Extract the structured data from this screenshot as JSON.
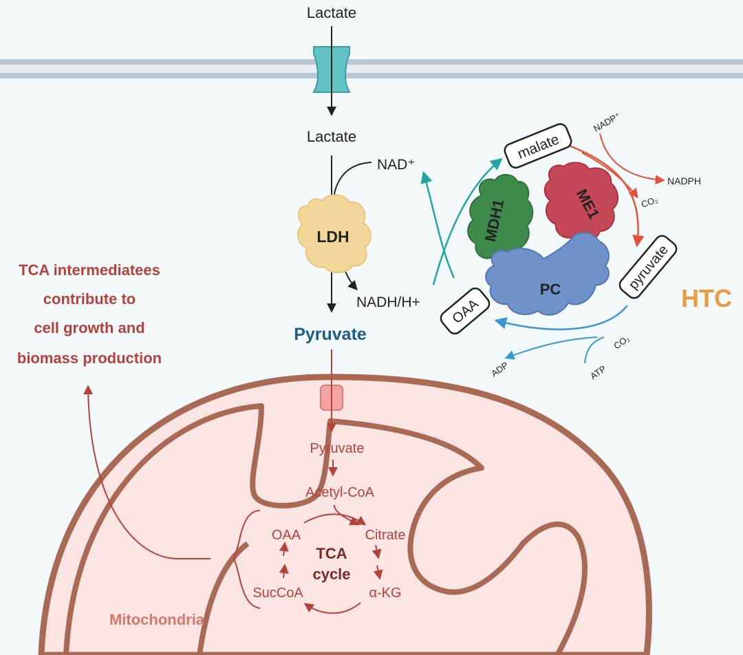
{
  "colors": {
    "background": "#f3f8fb",
    "membrane": "#b9cad6",
    "channel": "#62c4c4",
    "mito_fill": "#fbe5e3",
    "mito_stroke": "#a86a55",
    "tca_text": "#b2423a",
    "pyruvate_label": "#1d5a86",
    "teal_arrow": "#1fa6a3",
    "red_arrow": "#e0523a",
    "blue_arrow": "#3a95d3",
    "ldh": "#f2d79b",
    "mdh1": "#3e8a4b",
    "me1": "#c44857",
    "pc": "#6f93c9",
    "htc": "#e99a42"
  },
  "labels": {
    "lactate_outside": "Lactate",
    "lactate_inside": "Lactate",
    "nad": "NAD⁺",
    "nadh": "NADH/H+",
    "ldh": "LDH",
    "pyruvate_cytosol": "Pyruvate",
    "malate": "malate",
    "mdh1": "MDH1",
    "me1": "ME1",
    "pc": "PC",
    "oaa_box": "OAA",
    "pyruvate_box": "pyruvate",
    "nadp": "NADP⁺",
    "nadph": "NADPH",
    "co2_me1": "CO₂",
    "co2_pc": "CO₂",
    "atp": "ATP",
    "adp": "ADP",
    "htc": "HTC"
  },
  "side_note": [
    "TCA intermediatees",
    "contribute to",
    "cell growth and",
    "biomass production"
  ],
  "mito": {
    "pyruvate": "Pyruvate",
    "acetyl_coa": "Acetyl-CoA",
    "citrate": "Citrate",
    "akg": "α-KG",
    "succoa": "SucCoA",
    "oaa": "OAA",
    "tca_line1": "TCA",
    "tca_line2": "cycle",
    "label": "Mitochondria"
  }
}
